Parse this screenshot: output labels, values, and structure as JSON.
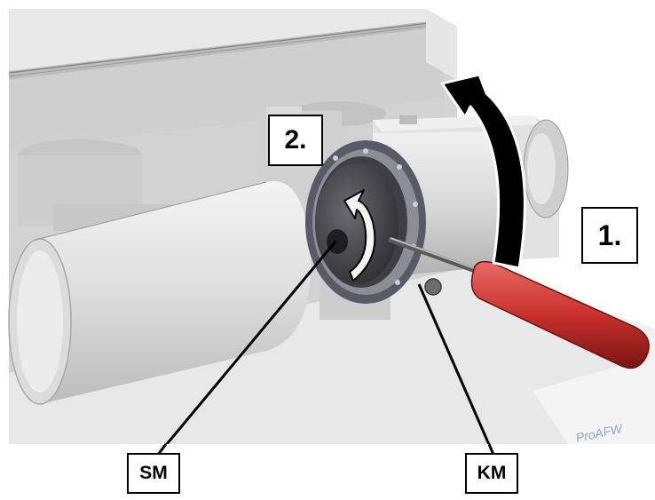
{
  "figure": {
    "step_1_label": "1.",
    "step_2_label": "2.",
    "sm_label": "SM",
    "km_label": "KM",
    "brand_text": "ProAFW"
  },
  "colors": {
    "housing": "#e4e4e4",
    "housing_dark": "#bdbdbd",
    "ring": "#5a5a66",
    "knob": "#3a3a3e",
    "handle": "#c8302c",
    "arrow": "#000000",
    "brand": "#8aa6c8"
  },
  "icons": {
    "rotation_arrow": "curved-arrow-clockwise-icon",
    "knob_arrow": "curved-arrow-icon"
  }
}
